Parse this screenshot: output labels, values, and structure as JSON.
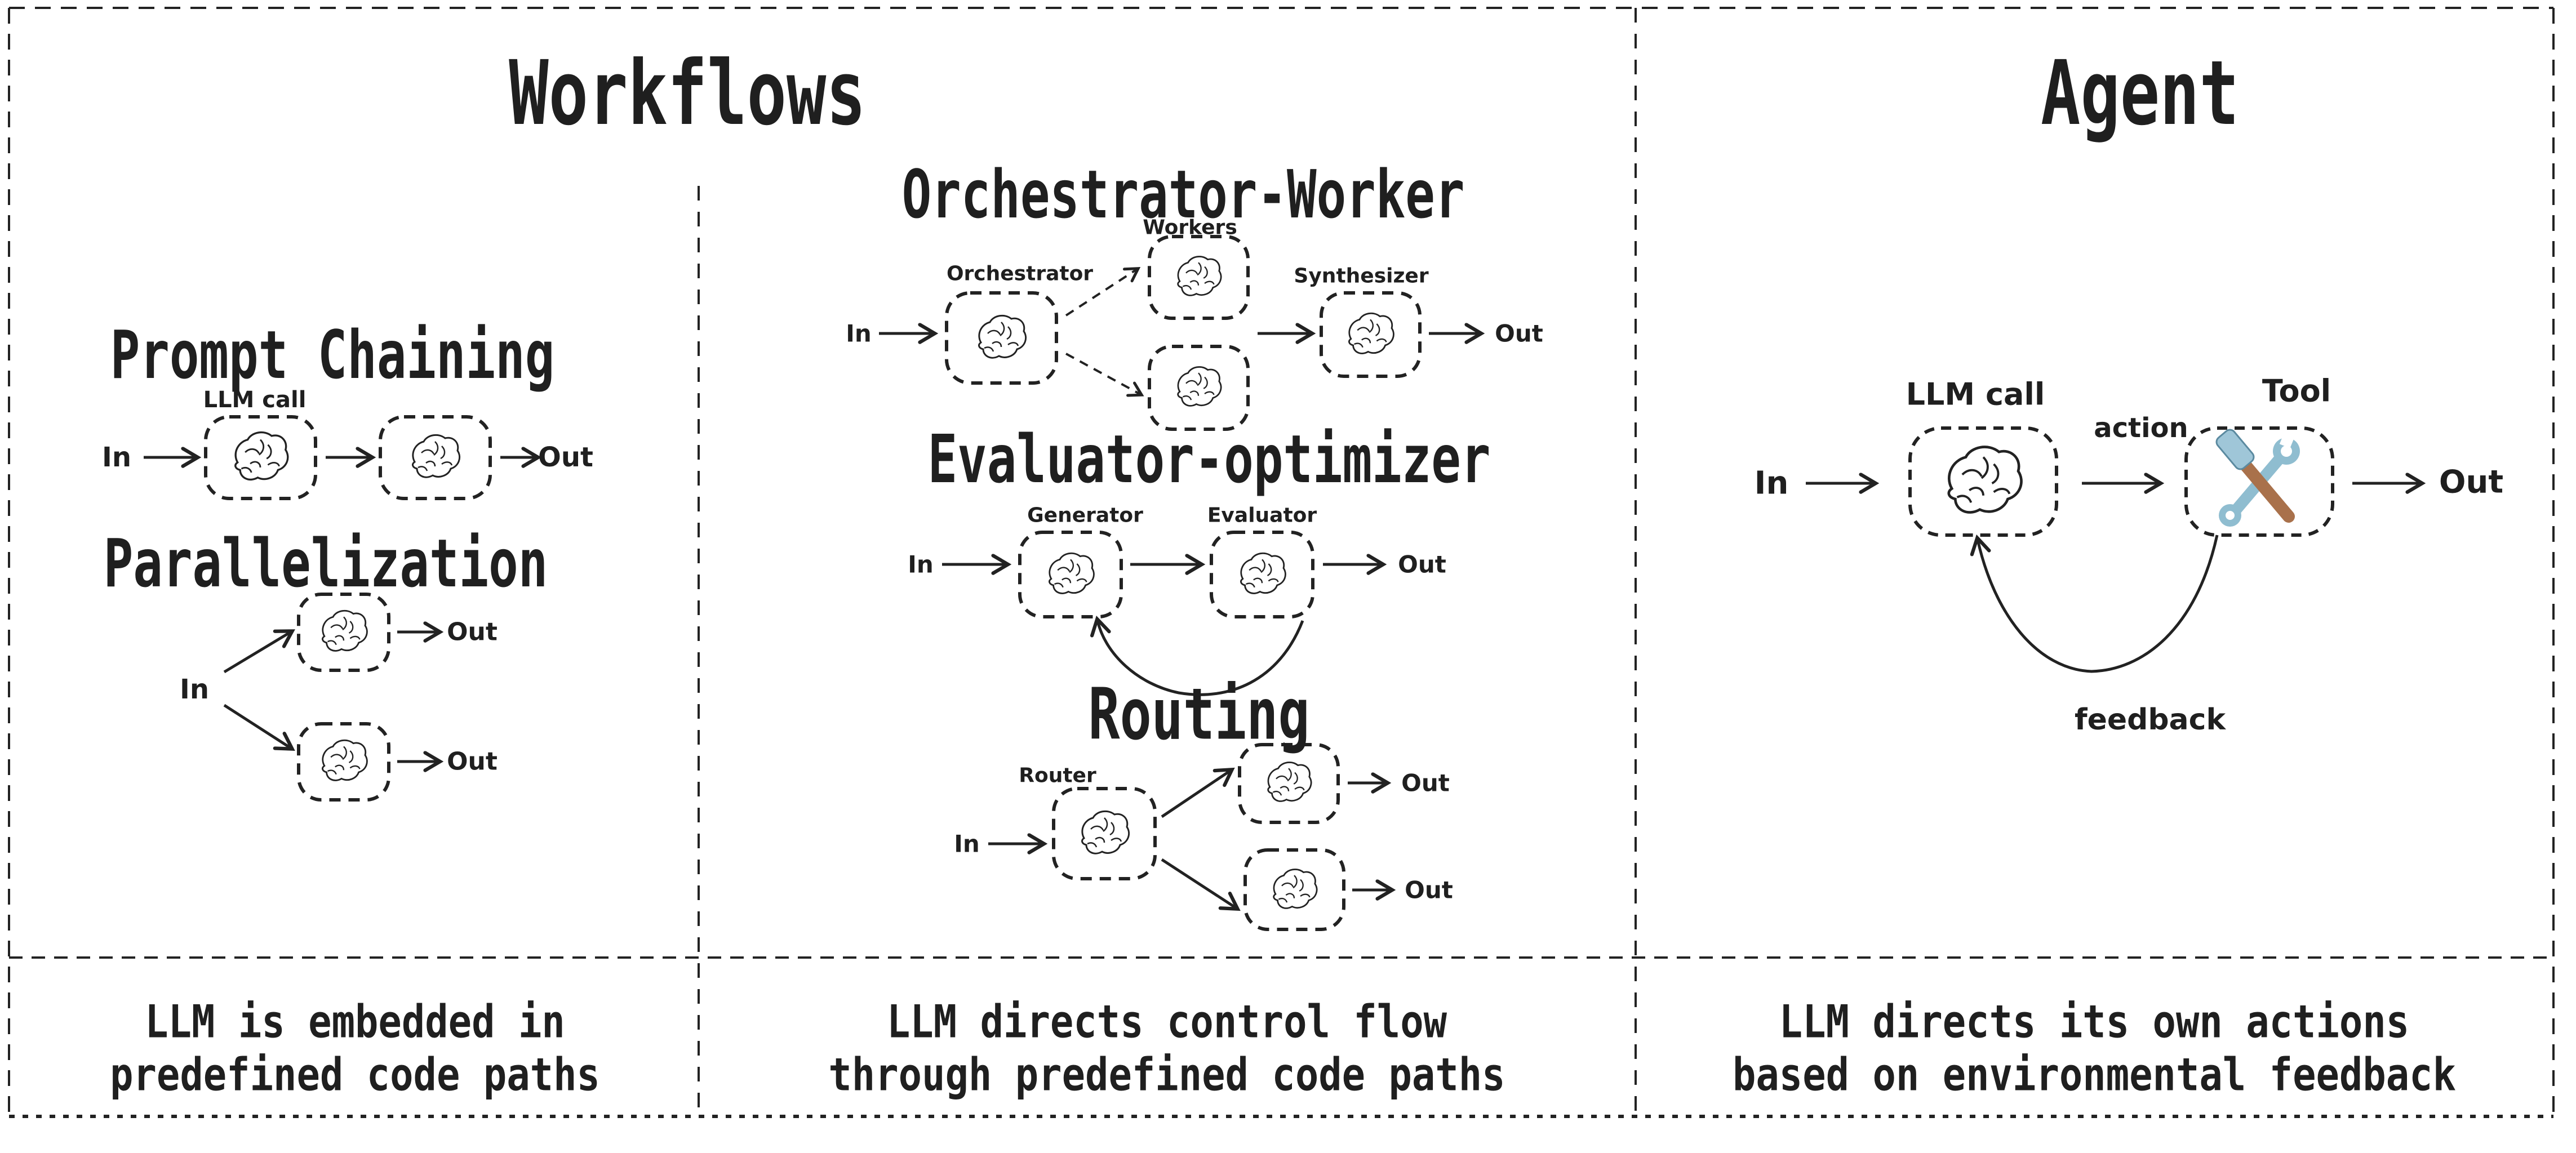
{
  "workflows": {
    "title": "Workflows",
    "prompt_chaining": {
      "title": "Prompt Chaining",
      "llm_call": "LLM call",
      "in": "In",
      "out": "Out"
    },
    "parallelization": {
      "title": "Parallelization",
      "in": "In",
      "out_top": "Out",
      "out_bottom": "Out"
    },
    "orchestrator_worker": {
      "title": "Orchestrator-Worker",
      "workers": "Workers",
      "orchestrator": "Orchestrator",
      "synthesizer": "Synthesizer",
      "in": "In",
      "out": "Out"
    },
    "evaluator_optimizer": {
      "title": "Evaluator-optimizer",
      "generator": "Generator",
      "evaluator": "Evaluator",
      "in": "In",
      "out": "Out"
    },
    "routing": {
      "title": "Routing",
      "router": "Router",
      "in": "In",
      "out_top": "Out",
      "out_bottom": "Out"
    },
    "caption_prompt": {
      "line1": "LLM is embedded in",
      "line2": "predefined code paths"
    },
    "caption_flow": {
      "line1": "LLM directs control flow",
      "line2": "through predefined code paths"
    }
  },
  "agent": {
    "title": "Agent",
    "llm_call": "LLM call",
    "tool": "Tool",
    "action": "action",
    "feedback": "feedback",
    "in": "In",
    "out": "Out",
    "caption": {
      "line1": "LLM directs its own actions",
      "line2": "based on environmental feedback"
    }
  },
  "icons": {
    "brain": "brain-doodle-icon",
    "tool": "hammer-wrench-icon"
  },
  "colors": {
    "ink": "#222222",
    "background": "#ffffff",
    "wrench_blue": "#8fbdd0",
    "hammer_head": "#9fc6d8",
    "handle_brown": "#a9714b"
  }
}
